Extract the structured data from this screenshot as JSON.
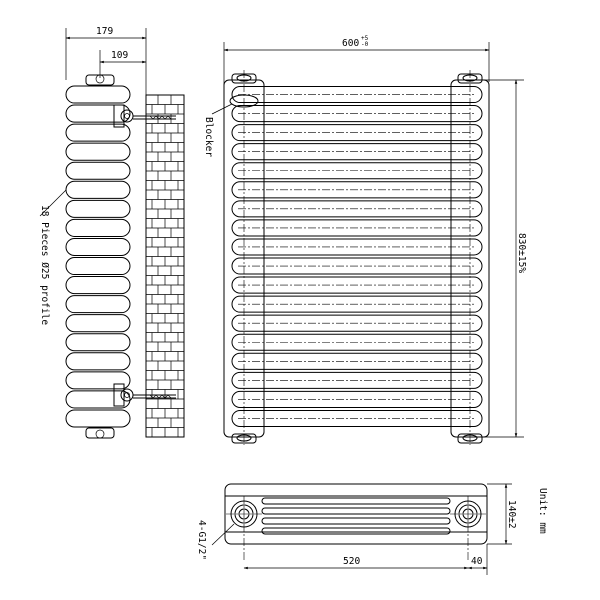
{
  "dimensions": {
    "depth_total": "179",
    "depth_pipe": "109",
    "width": "600",
    "width_tolerance_upper": "+5",
    "width_tolerance_lower": "-0",
    "height": "830±15%",
    "plan_depth": "140±2",
    "pipe_centres": "520",
    "end_offset": "40"
  },
  "annotations": {
    "blocker": "Blocker",
    "profile": "18 Pieces Ø25 profile",
    "connection": "4-G1/2\"",
    "unit": "Unit: mm"
  },
  "tube_count": 18
}
